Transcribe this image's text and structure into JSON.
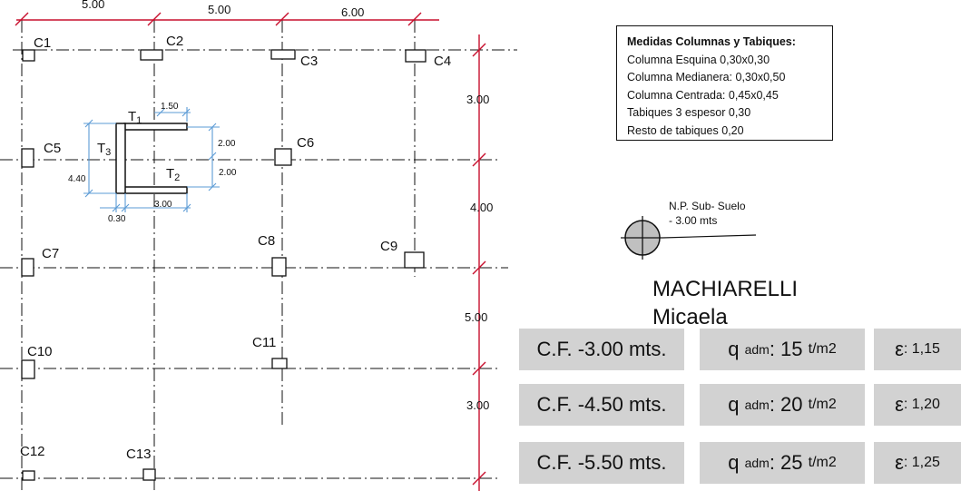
{
  "dimensions_top": [
    "5.00",
    "5.00",
    "6.00"
  ],
  "dimensions_right": [
    "3.00",
    "4.00",
    "5.00",
    "3.00"
  ],
  "wall_dimensions": [
    "1.50",
    "2.00",
    "2.00",
    "4.40",
    "3.00",
    "0.30"
  ],
  "columns": [
    "C1",
    "C2",
    "C3",
    "C4",
    "C5",
    "C6",
    "C7",
    "C8",
    "C9",
    "C10",
    "C11",
    "C12",
    "C13"
  ],
  "walls": [
    {
      "letter": "T",
      "sub": "1"
    },
    {
      "letter": "T",
      "sub": "2"
    },
    {
      "letter": "T",
      "sub": "3"
    }
  ],
  "legend": {
    "title": "Medidas Columnas y Tabiques:",
    "lines": [
      "Columna Esquina 0,30x0,30",
      "Columna Medianera: 0,30x0,50",
      "Columna Centrada: 0,45x0,45",
      "Tabiques 3 espesor 0,30",
      "Resto de tabiques 0,20"
    ]
  },
  "level_marker": {
    "line1": "N.P. Sub- Suelo",
    "line2": "- 3.00 mts"
  },
  "author": {
    "surname": "MACHIARELLI",
    "name": "Micaela"
  },
  "foundation_table": [
    {
      "cf": "C.F. -3.00 mts.",
      "q_symbol": "q",
      "q_sub": "adm",
      "q_value": ": 15",
      "q_unit": "t/m2",
      "eps_symbol": "ε",
      "eps_value": ": 1,15"
    },
    {
      "cf": "C.F. -4.50 mts.",
      "q_symbol": "q",
      "q_sub": "adm",
      "q_value": ": 20",
      "q_unit": "t/m2",
      "eps_symbol": "ε",
      "eps_value": ": 1,20"
    },
    {
      "cf": "C.F. -5.50 mts.",
      "q_symbol": "q",
      "q_sub": "adm",
      "q_value": ": 25",
      "q_unit": "t/m2",
      "eps_symbol": "ε",
      "eps_value": ": 1,25"
    }
  ],
  "colors": {
    "dimension_red": "#c8102e",
    "wall_dim_blue": "#5b9bd5",
    "table_gray": "#d2d2d2"
  }
}
